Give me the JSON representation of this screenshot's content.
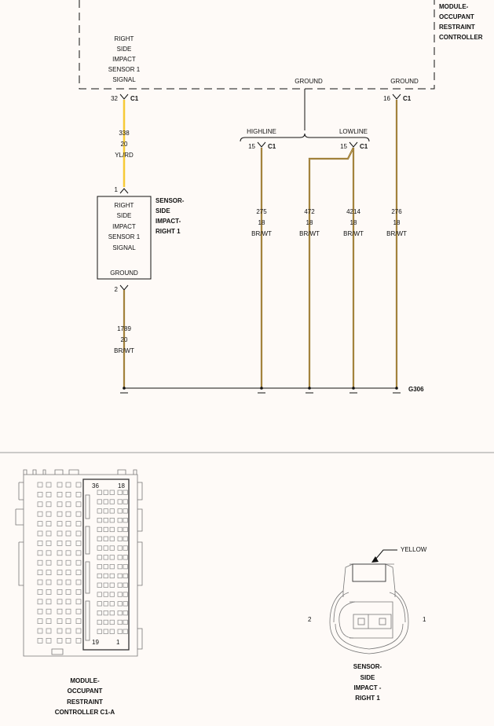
{
  "module": {
    "name_lines": [
      "MODULE-",
      "OCCUPANT",
      "RESTRAINT",
      "CONTROLLER"
    ],
    "pin32_label_lines": [
      "RIGHT",
      "SIDE",
      "IMPACT",
      "SENSOR 1",
      "SIGNAL"
    ],
    "ground1_label": "GROUND",
    "ground2_label": "GROUND"
  },
  "pins": {
    "p32": "32",
    "p16": "16",
    "p15a": "15",
    "p15b": "15",
    "conn": "C1",
    "sensor_pin1": "1",
    "sensor_pin2": "2"
  },
  "branches": {
    "highline": "HIGHLINE",
    "lowline": "LOWLINE"
  },
  "sensor": {
    "box_lines": [
      "RIGHT",
      "SIDE",
      "IMPACT",
      "SENSOR 1",
      "SIGNAL"
    ],
    "box_ground": "GROUND",
    "name_lines": [
      "SENSOR-",
      "SIDE",
      "IMPACT-",
      "RIGHT 1"
    ]
  },
  "wires": [
    {
      "circuit": "338",
      "gauge": "20",
      "color": "YL/RD"
    },
    {
      "circuit": "1789",
      "gauge": "20",
      "color": "BR/WT"
    },
    {
      "circuit": "275",
      "gauge": "18",
      "color": "BR/WT"
    },
    {
      "circuit": "472",
      "gauge": "18",
      "color": "BR/WT"
    },
    {
      "circuit": "4214",
      "gauge": "18",
      "color": "BR/WT"
    },
    {
      "circuit": "276",
      "gauge": "18",
      "color": "BR/WT"
    }
  ],
  "ground_point": "G306",
  "connector_c1a": {
    "pin_36": "36",
    "pin_18": "18",
    "pin_19": "19",
    "pin_1": "1",
    "caption_lines": [
      "MODULE-",
      "OCCUPANT",
      "RESTRAINT",
      "CONTROLLER C1-A"
    ]
  },
  "sensor_connector": {
    "color_label": "YELLOW",
    "pin_2": "2",
    "pin_1": "1",
    "caption_lines": [
      "SENSOR-",
      "SIDE",
      "IMPACT -",
      "RIGHT 1"
    ]
  },
  "colors": {
    "brown_wire": "#8a6a2a",
    "yellow_wire": "#f0b800",
    "background": "#fefaf7"
  }
}
